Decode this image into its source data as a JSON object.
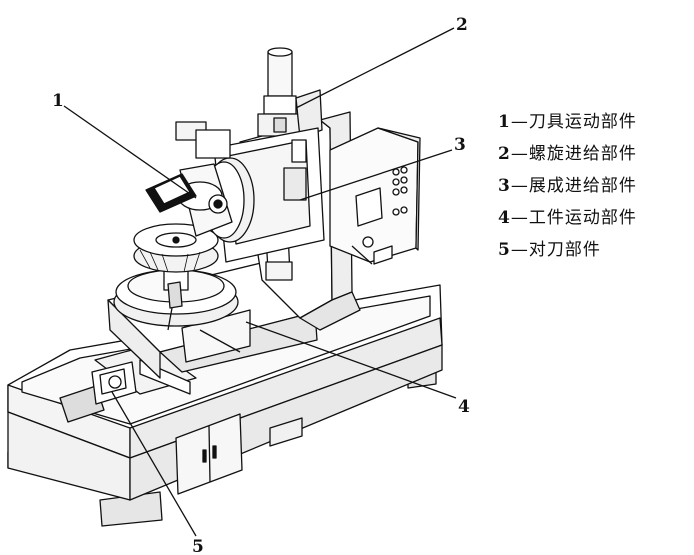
{
  "callouts": [
    {
      "num": "1",
      "label": "刀具运动部件"
    },
    {
      "num": "2",
      "label": "螺旋进给部件"
    },
    {
      "num": "3",
      "label": "展成进给部件"
    },
    {
      "num": "4",
      "label": "工件运动部件"
    },
    {
      "num": "5",
      "label": "对刀部件"
    }
  ],
  "legend_separator": "—"
}
